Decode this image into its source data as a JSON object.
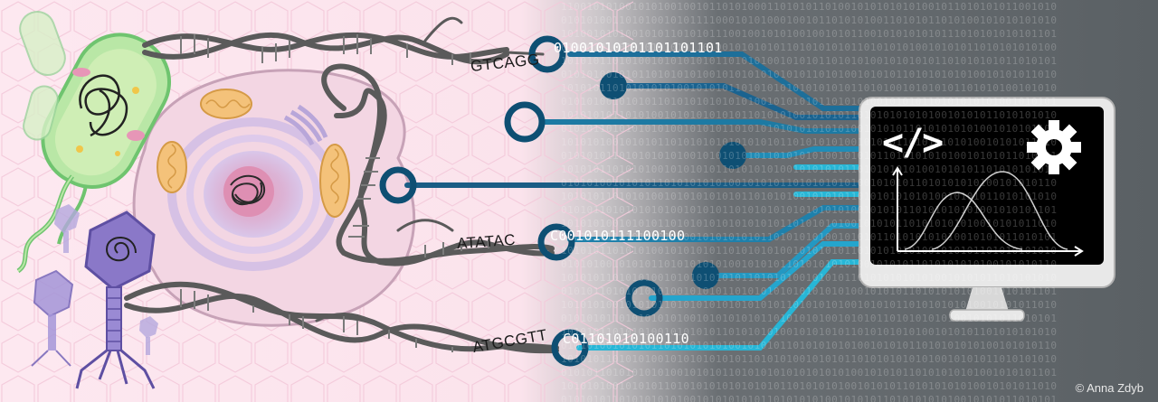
{
  "sequences": {
    "top_dna": "GTCAGG",
    "top_bits": "01001010101101101101",
    "mid_dna": "ATATAC",
    "mid_bits": "C001010111100100",
    "bottom_dna": "ATGCGTT",
    "bottom_bits": "C01101010100110"
  },
  "monitor": {
    "code_symbol": "</>",
    "gear": "gear-icon",
    "chart": "bell-curves-chart"
  },
  "credit": "© Anna Zdyb",
  "colors": {
    "bg_pink": "#fde8f0",
    "bg_gray": "#5e6468",
    "circuit_dark": "#0e4f73",
    "circuit_light": "#27b6d6",
    "dna": "#5a5a5a",
    "bacteria": "#8fd28f",
    "phage": "#8a78c8",
    "monitor_screen": "#000000"
  }
}
